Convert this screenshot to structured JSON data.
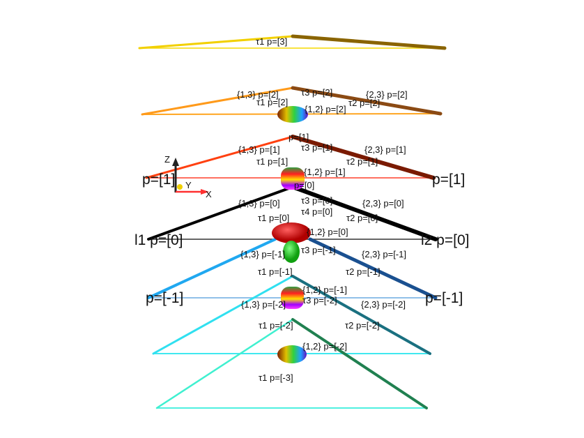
{
  "axes": {
    "x": "X",
    "y": "Y",
    "z": "Z"
  },
  "layers": [
    {
      "p": 3,
      "colors": {
        "left": "#f2d000",
        "right": "#8a6400",
        "base": "#f5d800"
      },
      "labels": {
        "t1": "τ1 p=[3]"
      }
    },
    {
      "p": 2,
      "colors": {
        "left": "#ff9a1a",
        "right": "#8b4a13",
        "base": "#ffa520"
      },
      "labels": {
        "e13": "{1,3} p=[2]",
        "t3": "τ3 p=[2]",
        "e23": "{2,3} p=[2]",
        "t1": "τ1 p=[2]",
        "t2": "τ2 p=[2]",
        "e12": "{1,2} p=[2]"
      }
    },
    {
      "p": 1,
      "colors": {
        "left": "#ff4010",
        "right": "#7a1a00",
        "base": "#ff7060"
      },
      "labels": {
        "apex": "p=[1]",
        "e13": "{1,3} p=[1]",
        "t3": "τ3 p=[1]",
        "e23": "{2,3} p=[1]",
        "t1": "τ1 p=[1]",
        "t2": "τ2 p=[1]",
        "e12": "{1,2} p=[1]",
        "left": "p=[1]",
        "right": "p=[1]"
      }
    },
    {
      "p": 0,
      "colors": {
        "left": "#000000",
        "right": "#000000",
        "base": "#333333"
      },
      "labels": {
        "apex": "p=[0]",
        "e13": "{1,3} p=[0]",
        "t3": "τ3 p=[0]",
        "e23": "{2,3} p=[0]",
        "t4": "τ4 p=[0]",
        "t1": "τ1 p=[0]",
        "t2": "τ2 p=[0]",
        "e12": "{1,2} p=[0]",
        "left": "l1 p=[0]",
        "right": "l2 p=[0]"
      }
    },
    {
      "p": -1,
      "colors": {
        "left": "#20a8f0",
        "right": "#1a5090",
        "base": "#90c0e8"
      },
      "labels": {
        "e13": "{1,3} p=[-1]",
        "t3": "τ3 p=[-1]",
        "e23": "{2,3} p=[-1]",
        "t1": "τ1 p=[-1]",
        "t2": "τ2 p=[-1]",
        "e12": "{1,2} p=[-1]",
        "left": "p=[-1]",
        "right": "p=[-1]"
      }
    },
    {
      "p": -2,
      "colors": {
        "left": "#30e0f0",
        "right": "#1a7080",
        "base": "#40e8f0"
      },
      "labels": {
        "e13": "{1,3} p=[-2]",
        "t3": "τ3 p=[-2]",
        "e23": "{2,3} p=[-2]",
        "t1": "τ1 p=[-2]",
        "t2": "τ2 p=[-2]",
        "e12": "{1,2} p=[-2]"
      }
    },
    {
      "p": -3,
      "colors": {
        "left": "#40f0d0",
        "right": "#208050",
        "base": "#50f0e0"
      },
      "labels": {
        "t1": "τ1 p=[-3]"
      }
    }
  ]
}
